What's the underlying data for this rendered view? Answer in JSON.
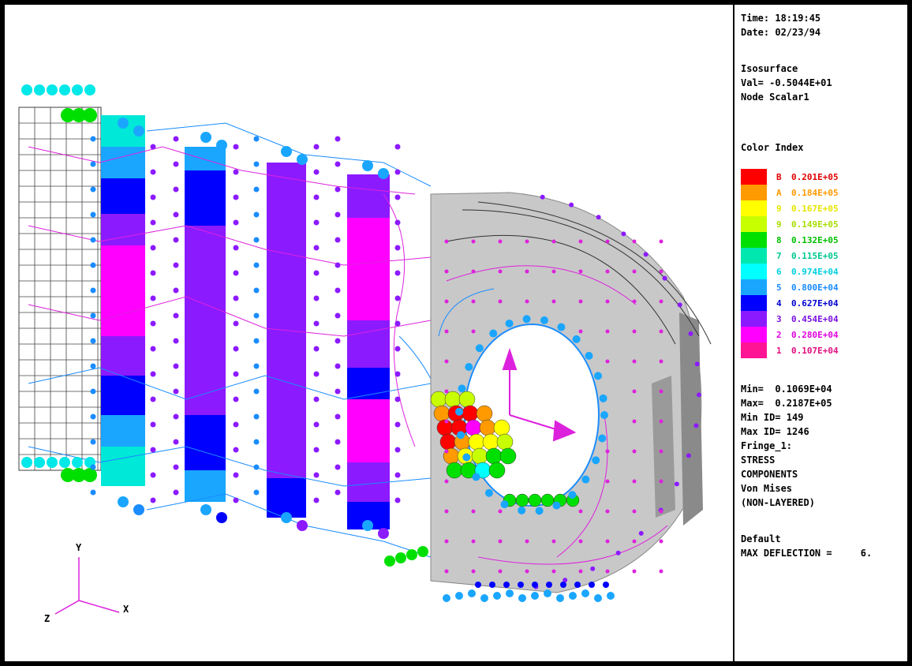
{
  "info": {
    "time": "Time: 18:19:45",
    "date": "Date: 02/23/94",
    "iso_title": "Isosurface",
    "iso_val": "Val= -0.5044E+01",
    "iso_node": "Node Scalar1",
    "color_index_title": "Color Index"
  },
  "legend": [
    {
      "idx": "B",
      "value": "0.201E+05",
      "color": "#ff0000",
      "text_color": "#e00000"
    },
    {
      "idx": "A",
      "value": "0.184E+05",
      "color": "#ff9a00",
      "text_color": "#ff9a00"
    },
    {
      "idx": "9",
      "value": "0.167E+05",
      "color": "#ffff00",
      "text_color": "#e6e600"
    },
    {
      "idx": "9",
      "value": "0.149E+05",
      "color": "#c8ff00",
      "text_color": "#a8dd00"
    },
    {
      "idx": "8",
      "value": "0.132E+05",
      "color": "#00e000",
      "text_color": "#00c000"
    },
    {
      "idx": "7",
      "value": "0.115E+05",
      "color": "#00e8b0",
      "text_color": "#00c890"
    },
    {
      "idx": "6",
      "value": "0.974E+04",
      "color": "#00ffff",
      "text_color": "#00d0e0"
    },
    {
      "idx": "5",
      "value": "0.800E+04",
      "color": "#1aa6ff",
      "text_color": "#1a8cff"
    },
    {
      "idx": "4",
      "value": "0.627E+04",
      "color": "#0000ff",
      "text_color": "#0000d0"
    },
    {
      "idx": "3",
      "value": "0.454E+04",
      "color": "#8c1aff",
      "text_color": "#7a10e0"
    },
    {
      "idx": "2",
      "value": "0.280E+04",
      "color": "#ff00ff",
      "text_color": "#e000e0"
    },
    {
      "idx": "1",
      "value": "0.107E+04",
      "color": "#ff1493",
      "text_color": "#e01080"
    }
  ],
  "stats": {
    "min": "Min=  0.1069E+04",
    "max": "Max=  0.2187E+05",
    "min_id": "Min ID= 149",
    "max_id": "Max ID= 1246",
    "fringe": "Fringe_1:",
    "line1": "STRESS",
    "line2": "COMPONENTS",
    "line3": "Von Mises",
    "line4": "(NON-LAYERED)",
    "default": "Default",
    "max_deflection": "MAX DEFLECTION =     6."
  },
  "triad": {
    "y": "Y",
    "z": "Z",
    "x": "X"
  },
  "colors": {
    "accent": "#dd22dd",
    "mesh_line": "#1a8cff",
    "plate_gray": "#c8c8c8"
  }
}
